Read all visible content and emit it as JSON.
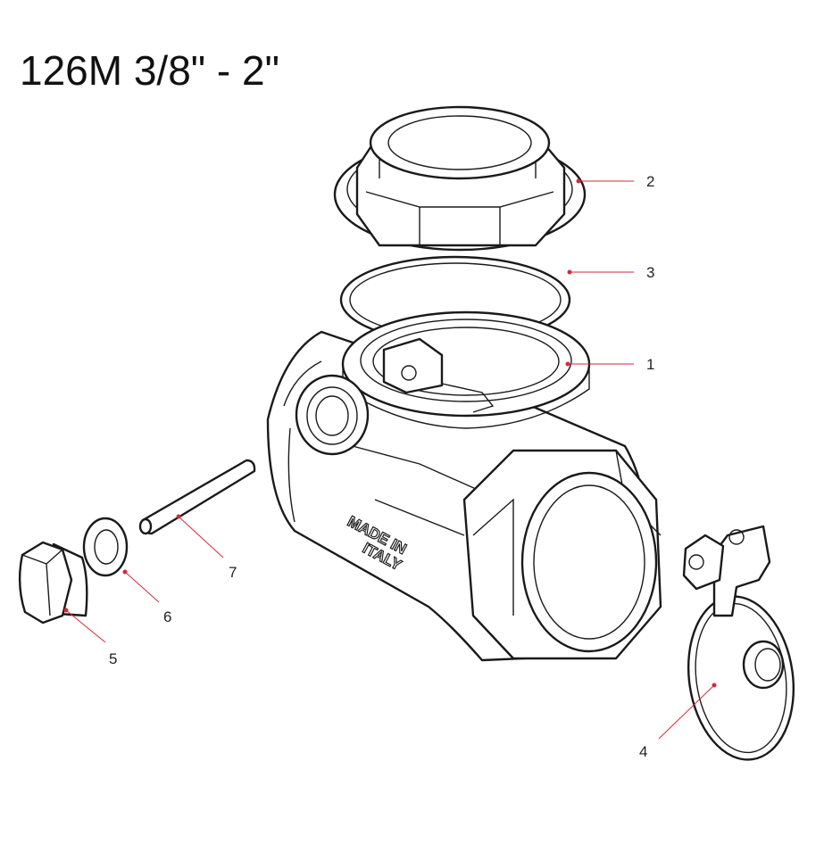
{
  "title": "126M 3/8\" - 2\"",
  "embossing": {
    "line1": "MADE IN",
    "line2": "ITALY"
  },
  "callouts": [
    {
      "id": "1",
      "label": "1"
    },
    {
      "id": "2",
      "label": "2"
    },
    {
      "id": "3",
      "label": "3"
    },
    {
      "id": "4",
      "label": "4"
    },
    {
      "id": "5",
      "label": "5"
    },
    {
      "id": "6",
      "label": "6"
    },
    {
      "id": "7",
      "label": "7"
    }
  ],
  "colors": {
    "leader": "#d22a3a",
    "line": "#1a1a1a",
    "background": "#ffffff"
  }
}
